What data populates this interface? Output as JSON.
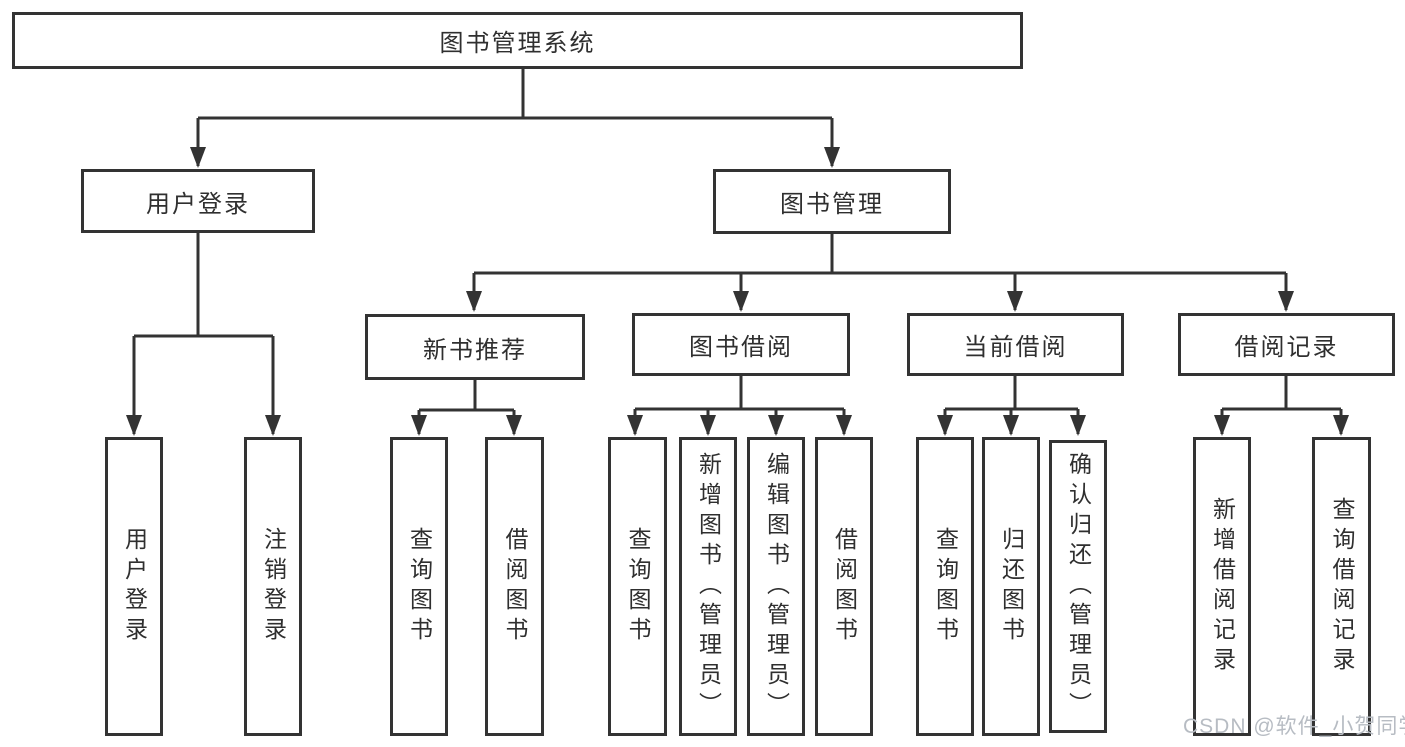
{
  "diagram": {
    "root": {
      "label": "图书管理系统"
    },
    "branches": [
      {
        "label": "用户登录",
        "children": [
          {
            "label": "用户登录"
          },
          {
            "label": "注销登录"
          }
        ]
      },
      {
        "label": "图书管理",
        "children": [
          {
            "label": "新书推荐",
            "children": [
              {
                "label": "查询图书"
              },
              {
                "label": "借阅图书"
              }
            ]
          },
          {
            "label": "图书借阅",
            "children": [
              {
                "label": "查询图书"
              },
              {
                "label": "新增图书（管理员）"
              },
              {
                "label": "编辑图书（管理员）"
              },
              {
                "label": "借阅图书"
              }
            ]
          },
          {
            "label": "当前借阅",
            "children": [
              {
                "label": "查询图书"
              },
              {
                "label": "归还图书"
              },
              {
                "label": "确认归还（管理员）"
              }
            ]
          },
          {
            "label": "借阅记录",
            "children": [
              {
                "label": "新增借阅记录"
              },
              {
                "label": "查询借阅记录"
              }
            ]
          }
        ]
      }
    ]
  },
  "watermark": {
    "text": "CSDN @软件_小贺同学"
  },
  "colors": {
    "line": "#333333",
    "border": "#333333",
    "text": "#2f2f2f",
    "watermark": "#b7bcc3",
    "background": "#ffffff"
  }
}
